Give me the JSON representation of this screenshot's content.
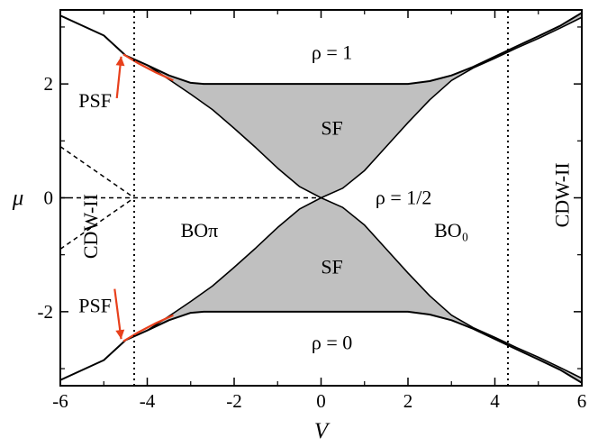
{
  "chart_data": {
    "type": "area",
    "xlabel": "V",
    "ylabel": "μ",
    "xlim": [
      -6,
      6
    ],
    "ylim": [
      -3.3,
      3.3
    ],
    "x_ticks": [
      -6,
      -4,
      -2,
      0,
      2,
      4,
      6
    ],
    "y_ticks": [
      2,
      0,
      -2
    ],
    "x_tick_labels": [
      "-6",
      "-4",
      "-2",
      "0",
      "2",
      "4",
      "6"
    ],
    "y_tick_labels": [
      "2",
      "0",
      "-2"
    ],
    "colors": {
      "sf_fill": "#c0c0c0",
      "psf_curve": "#e8401c",
      "psf_arrow": "#e8401c",
      "line": "#000000"
    },
    "series": [
      {
        "role": "upper-phase-boundary",
        "x": [
          -6,
          -5,
          -4.5,
          -4,
          -3.5,
          -3,
          -2.7,
          -2,
          -1,
          0,
          1,
          2,
          2.5,
          3,
          3.5,
          4,
          4.5,
          5,
          5.5,
          6
        ],
        "y": [
          3.2,
          2.85,
          2.5,
          2.33,
          2.15,
          2.02,
          2.0,
          2.0,
          2.0,
          2.0,
          2.0,
          2.0,
          2.05,
          2.15,
          2.3,
          2.48,
          2.66,
          2.84,
          3.02,
          3.25
        ]
      },
      {
        "role": "lower-phase-boundary",
        "x": [
          -6,
          -5,
          -4.5,
          -4,
          -3.5,
          -3,
          -2.7,
          -2,
          -1,
          0,
          1,
          2,
          2.5,
          3,
          3.5,
          4,
          4.5,
          5,
          5.5,
          6
        ],
        "y": [
          -3.2,
          -2.85,
          -2.5,
          -2.33,
          -2.15,
          -2.02,
          -2.0,
          -2.0,
          -2.0,
          -2.0,
          -2.0,
          -2.0,
          -2.05,
          -2.15,
          -2.3,
          -2.48,
          -2.66,
          -2.84,
          -3.02,
          -3.25
        ]
      },
      {
        "role": "sf-lobe-upper-inner-left",
        "x": [
          0,
          -0.5,
          -1,
          -1.5,
          -2,
          -2.5,
          -3,
          -3.5,
          -4
        ],
        "y": [
          0,
          0.2,
          0.52,
          0.88,
          1.22,
          1.55,
          1.82,
          2.08,
          2.33
        ]
      },
      {
        "role": "sf-lobe-upper-inner-right",
        "x": [
          0,
          0.5,
          1,
          1.5,
          2,
          2.5,
          3,
          3.5,
          4,
          4.5,
          5,
          5.5,
          6
        ],
        "y": [
          0,
          0.17,
          0.48,
          0.9,
          1.32,
          1.72,
          2.06,
          2.28,
          2.45,
          2.63,
          2.8,
          2.98,
          3.17
        ]
      },
      {
        "role": "sf-lobe-lower-inner-left",
        "x": [
          0,
          -0.5,
          -1,
          -1.5,
          -2,
          -2.5,
          -3,
          -3.5,
          -4
        ],
        "y": [
          0,
          -0.2,
          -0.52,
          -0.88,
          -1.22,
          -1.55,
          -1.82,
          -2.08,
          -2.33
        ]
      },
      {
        "role": "sf-lobe-lower-inner-right",
        "x": [
          0,
          0.5,
          1,
          1.5,
          2,
          2.5,
          3,
          3.5,
          4,
          4.5,
          5,
          5.5,
          6
        ],
        "y": [
          0,
          -0.17,
          -0.48,
          -0.9,
          -1.32,
          -1.72,
          -2.06,
          -2.28,
          -2.45,
          -2.63,
          -2.8,
          -2.98,
          -3.17
        ]
      },
      {
        "role": "psf-upper",
        "x": [
          -4.55,
          -4.2,
          -3.8,
          -3.4
        ],
        "y": [
          2.52,
          2.36,
          2.2,
          2.06
        ]
      },
      {
        "role": "psf-lower",
        "x": [
          -4.55,
          -4.2,
          -3.8,
          -3.4
        ],
        "y": [
          -2.52,
          -2.36,
          -2.2,
          -2.06
        ]
      },
      {
        "role": "bo-pi-dashed-boundary",
        "x": [
          -6,
          -4.3,
          0
        ],
        "y": [
          0,
          0,
          0
        ]
      },
      {
        "role": "cdw-ii-left-dashed-upper",
        "x": [
          -6,
          -4.3
        ],
        "y": [
          0.9,
          0
        ]
      },
      {
        "role": "cdw-ii-left-dashed-lower",
        "x": [
          -6,
          -4.3
        ],
        "y": [
          -0.9,
          0
        ]
      },
      {
        "role": "vertical-dotted-left",
        "x": [
          -4.3,
          -4.3
        ],
        "y": [
          -3.3,
          3.3
        ]
      },
      {
        "role": "vertical-dotted-right",
        "x": [
          4.3,
          4.3
        ],
        "y": [
          -3.3,
          3.3
        ]
      }
    ],
    "annotations": [
      {
        "text": "ρ = 1",
        "x": 0.25,
        "y": 2.55
      },
      {
        "text": "ρ = 0",
        "x": 0.25,
        "y": -2.55
      },
      {
        "text": "ρ = 1/2",
        "x": 1.9,
        "y": 0.0
      },
      {
        "text": "SF",
        "x": 0.25,
        "y": 1.22
      },
      {
        "text": "SF",
        "x": 0.25,
        "y": -1.22
      },
      {
        "text": "BOπ",
        "x": -2.8,
        "y": -0.58
      },
      {
        "text": "BO₀",
        "x": 3.0,
        "y": -0.58
      },
      {
        "text": "PSF",
        "x": -5.2,
        "y": 1.7
      },
      {
        "text": "PSF",
        "x": -5.2,
        "y": -1.9
      },
      {
        "text": "CDW-II",
        "x": -5.3,
        "y": -0.5,
        "rotate": -90
      },
      {
        "text": "CDW-II",
        "x": 5.55,
        "y": 0.05,
        "rotate": -90
      }
    ],
    "arrows": [
      {
        "from": [
          -4.7,
          1.75
        ],
        "to": [
          -4.6,
          2.48
        ]
      },
      {
        "from": [
          -4.75,
          -1.6
        ],
        "to": [
          -4.6,
          -2.48
        ]
      }
    ],
    "grid": false
  }
}
